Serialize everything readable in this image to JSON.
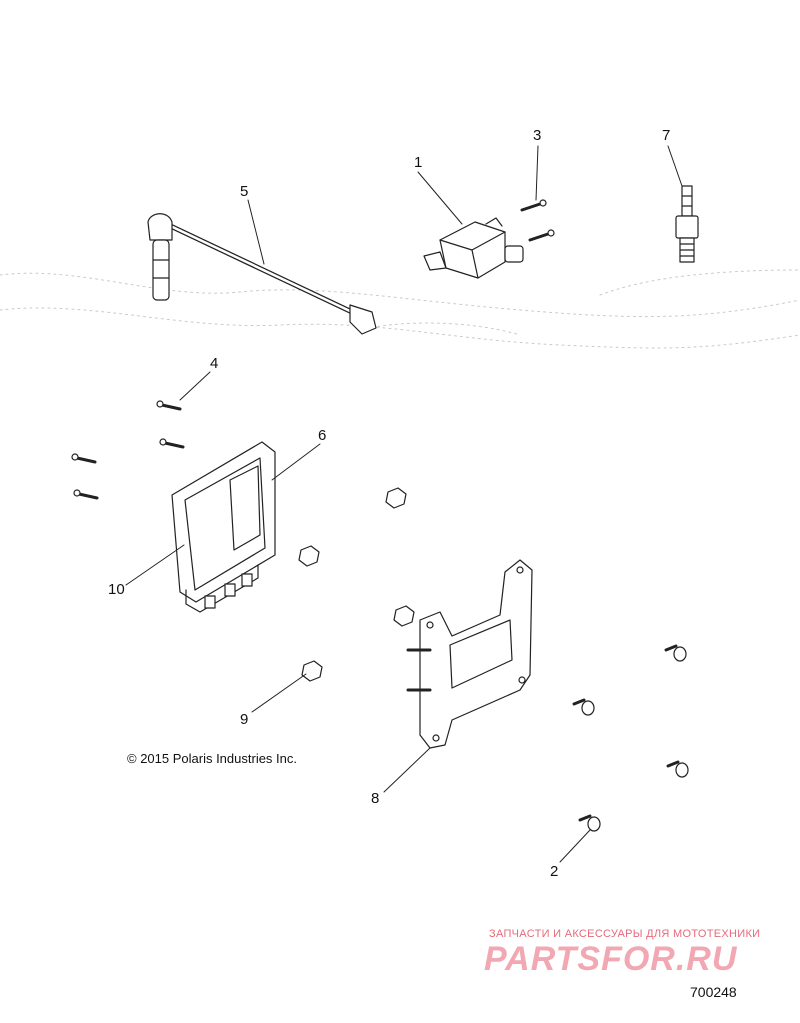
{
  "diagram": {
    "callouts": [
      {
        "id": "1",
        "label": "1"
      },
      {
        "id": "2",
        "label": "2"
      },
      {
        "id": "3",
        "label": "3"
      },
      {
        "id": "4",
        "label": "4"
      },
      {
        "id": "5",
        "label": "5"
      },
      {
        "id": "6",
        "label": "6"
      },
      {
        "id": "7",
        "label": "7"
      },
      {
        "id": "8",
        "label": "8"
      },
      {
        "id": "9",
        "label": "9"
      },
      {
        "id": "10",
        "label": "10"
      }
    ],
    "copyright": "© 2015 Polaris Industries Inc.",
    "drawing_number": "700248"
  },
  "watermark": {
    "tagline": "ЗАПЧАСТИ И АКСЕССУАРЫ ДЛЯ МОТОТЕХНИКИ",
    "logo": "PARTSFOR.RU",
    "color": "#e8707f"
  }
}
